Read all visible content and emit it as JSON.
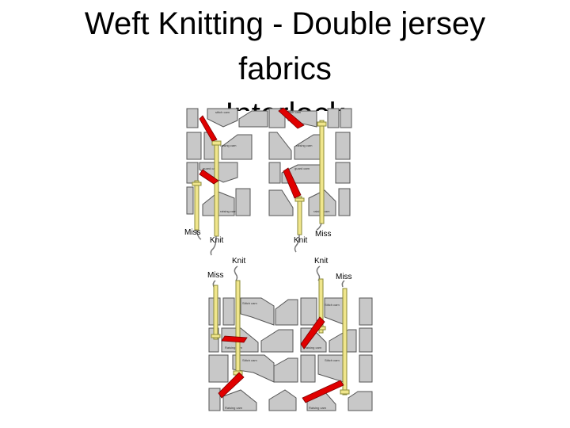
{
  "title": {
    "line1": "Weft Knitting - Double jersey",
    "line2": "fabrics",
    "line3": "Interlock"
  },
  "diagram": {
    "top_labels": {
      "miss_left": "Miss",
      "knit_left": "Knit",
      "knit_right": "Knit",
      "miss_right": "Miss"
    },
    "bottom_labels": {
      "knit_left": "Knit",
      "knit_right": "Knit",
      "miss_left": "Miss",
      "miss_right": "Miss"
    },
    "cam_captions": {
      "top_upper_left": "stitch cam",
      "top_upper_right": "stitch cam",
      "top_mid_left_a": "raising cam",
      "top_mid_left_b": "guard cam",
      "top_mid_right_a": "raising cam",
      "top_mid_right_b": "guard cam",
      "top_lower_left": "raising cam",
      "top_lower_right": "raising cam",
      "bot_upper_left": "Stitch cam",
      "bot_upper_right": "Stitch cam",
      "bot_mid_left": "Raising cam",
      "bot_mid_right": "Raising cam",
      "bot_lower_left": "Stitch cam",
      "bot_lower_right": "Stitch cam",
      "bot_base_left": "Raising cam",
      "bot_base_right": "Raising cam"
    },
    "colors": {
      "cam_fill": "#c8c8c8",
      "cam_stroke": "#555555",
      "needle_fill": "#f0e68c",
      "needle_stroke": "#8b8b3a",
      "latch_red": "#e00000"
    }
  }
}
